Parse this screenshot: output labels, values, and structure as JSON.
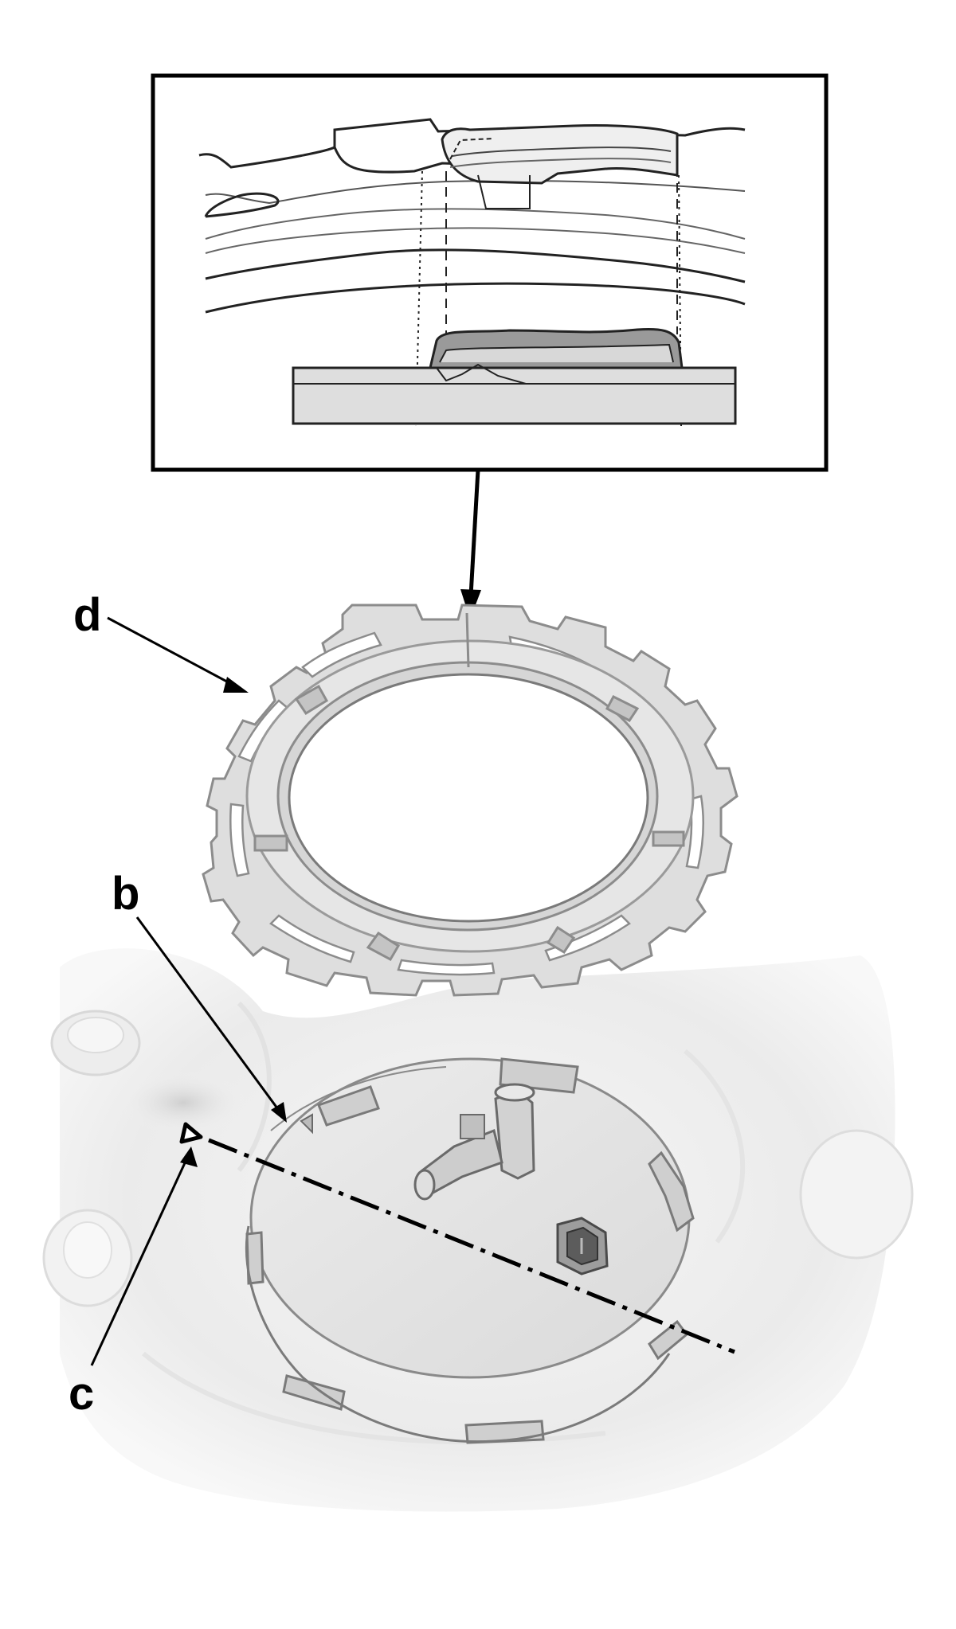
{
  "callouts": {
    "d": "d",
    "b": "b",
    "c": "c"
  },
  "colors": {
    "ink": "#000000",
    "ring_fill": "#dcdcdc",
    "ring_edge": "#8c8c8c",
    "tank_shade": "#e9e9e9",
    "plate_fill": "#e3e3e3",
    "tab_dark": "#a9a9a9",
    "detail_band": "#c9c9c9",
    "detail_tab": "#8a8a8a"
  }
}
